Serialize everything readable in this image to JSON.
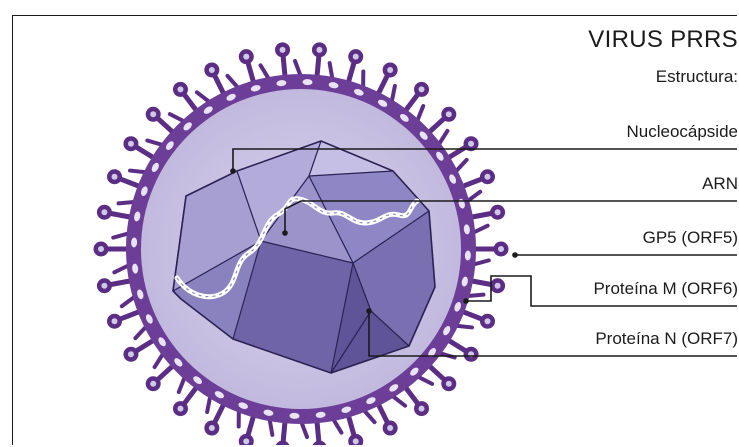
{
  "diagram": {
    "title": "VIRUS PRRS",
    "subtitle": "Estructura:",
    "labels": [
      "Nucleocápside",
      "ARN",
      "GP5 (ORF5)",
      "Proteína M (ORF6)",
      "Proteína N (ORF7)"
    ]
  },
  "colors": {
    "spike": "#5b2d84",
    "envelope": "#6c3e97",
    "halo": "#cfc8e6",
    "capsid_light": "#9e95cc",
    "capsid_dark": "#5d5296",
    "rna": "#ffffff",
    "leader": "#1a1a1a"
  }
}
